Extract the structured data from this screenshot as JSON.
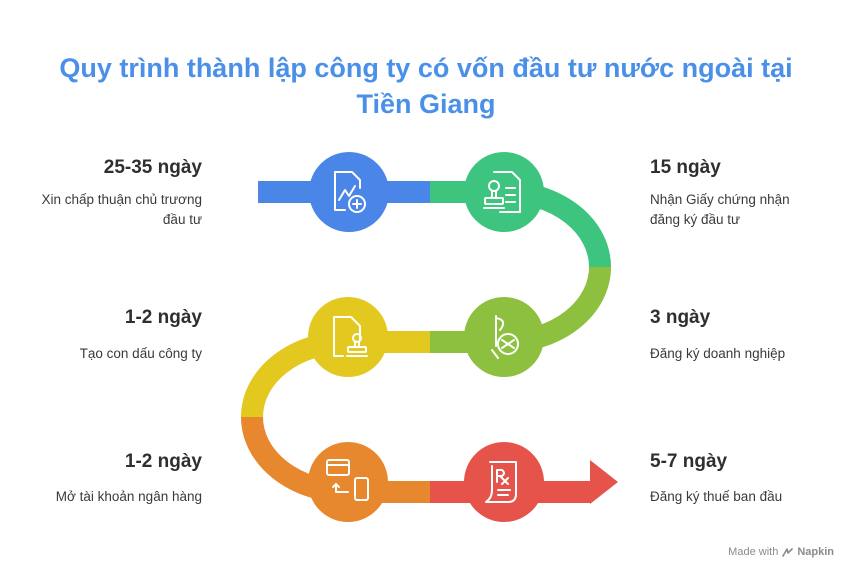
{
  "title": {
    "line1": "Quy trình thành lập công ty có vốn đầu tư nước ngoài tại",
    "line2": "Tiền Giang"
  },
  "steps": [
    {
      "duration": "25-35 ngày",
      "desc1": "Xin chấp thuận chủ trương",
      "desc2": "đầu tư",
      "color": "#4a86e8",
      "icon": "chart-add-icon"
    },
    {
      "duration": "15 ngày",
      "desc1": "Nhận Giấy chứng nhận",
      "desc2": "đăng ký đầu tư",
      "color": "#3dc47e",
      "icon": "certificate-stamp-icon"
    },
    {
      "duration": "3 ngày",
      "desc1": "Đăng ký doanh nghiệp",
      "desc2": "",
      "color": "#8dc03f",
      "icon": "registration-icon"
    },
    {
      "duration": "1-2 ngày",
      "desc1": "Tạo con dấu công ty",
      "desc2": "",
      "color": "#e3c820",
      "icon": "stamp-document-icon"
    },
    {
      "duration": "1-2 ngày",
      "desc1": "Mở tài khoản ngân hàng",
      "desc2": "",
      "color": "#e7872e",
      "icon": "card-phone-icon"
    },
    {
      "duration": "5-7 ngày",
      "desc1": "Đăng ký thuế ban đầu",
      "desc2": "",
      "color": "#e5534b",
      "icon": "prescription-doc-icon"
    }
  ],
  "footer": {
    "made_with": "Made with",
    "brand": "Napkin"
  }
}
